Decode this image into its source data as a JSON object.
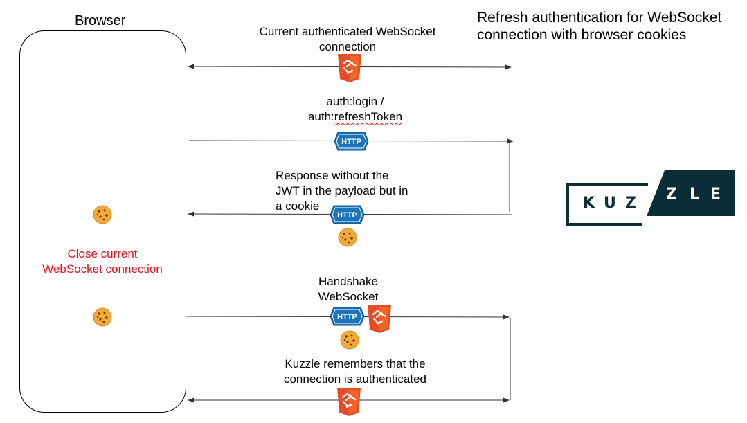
{
  "title": "Refresh authentication for WebSocket connection with browser cookies",
  "title_line1": "Refresh authentication for WebSocket",
  "title_line2": "connection with browser cookies",
  "browser_label": "Browser",
  "close_line1": "Close current",
  "close_line2": "WebSocket connection",
  "step1_line1": "Current authenticated WebSocket",
  "step1_line2": "connection",
  "step2_line1": "auth:login /",
  "step2_line2_prefix": "auth:",
  "step2_line2_word": "refreshToken",
  "step3_line1": "Response without the",
  "step3_line2": "JWT in the payload but in",
  "step3_line3": "a cookie",
  "step4_line1": "Handshake",
  "step4_line2": "WebSocket",
  "step5_line1": "Kuzzle remembers that the",
  "step5_line2": "connection is authenticated",
  "http_badge": "HTTP",
  "logo": "KUZZLE",
  "logo_k": "K",
  "logo_u": "U",
  "logo_z1": "Z",
  "logo_z2": "Z",
  "logo_l": "L",
  "logo_e": "E",
  "colors": {
    "logo_dark": "#0b2d35",
    "http_blue": "#1d74b8",
    "html5_orange": "#e44d26",
    "cookie": "#f2a93b",
    "close_red": "#e0141e"
  },
  "icons": [
    "html5-websocket-icon",
    "http-badge-icon",
    "cookie-icon",
    "kuzzle-logo"
  ]
}
